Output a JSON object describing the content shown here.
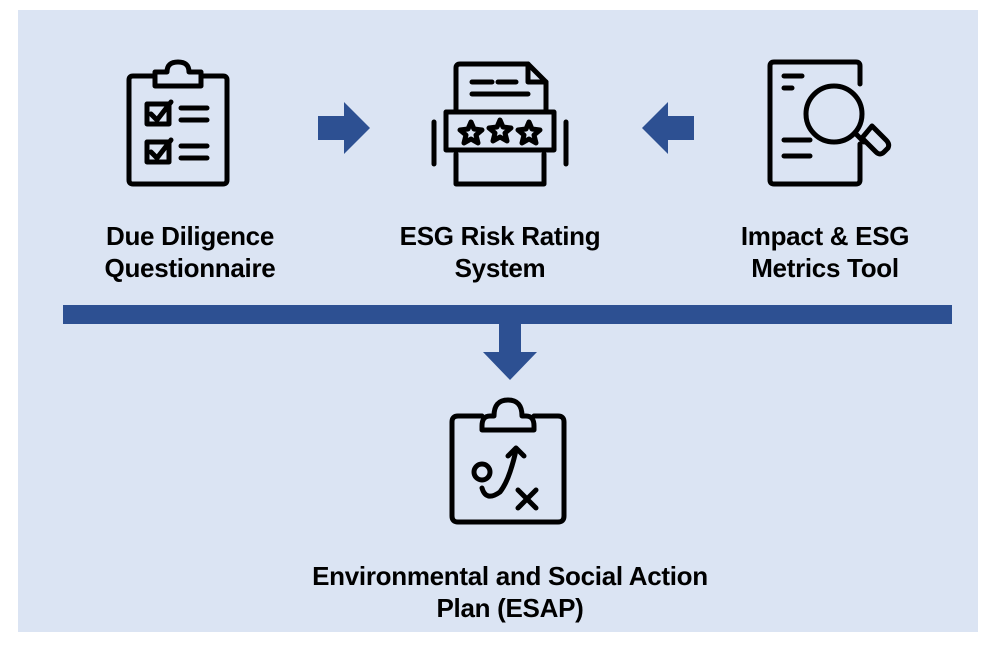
{
  "colors": {
    "panel": "#dbe4f3",
    "accent": "#2d5092",
    "ink": "#000000"
  },
  "nodes": {
    "questionnaire": {
      "icon": "clipboard-checklist-icon",
      "line1": "Due Diligence",
      "line2": "Questionnaire"
    },
    "rating": {
      "icon": "document-star-rating-icon",
      "line1": "ESG Risk Rating",
      "line2": "System"
    },
    "metrics": {
      "icon": "document-magnifier-icon",
      "line1": "Impact & ESG",
      "line2": "Metrics Tool"
    },
    "esap": {
      "icon": "clipboard-strategy-icon",
      "line1": "Environmental and Social Action",
      "line2": "Plan (ESAP)"
    }
  }
}
